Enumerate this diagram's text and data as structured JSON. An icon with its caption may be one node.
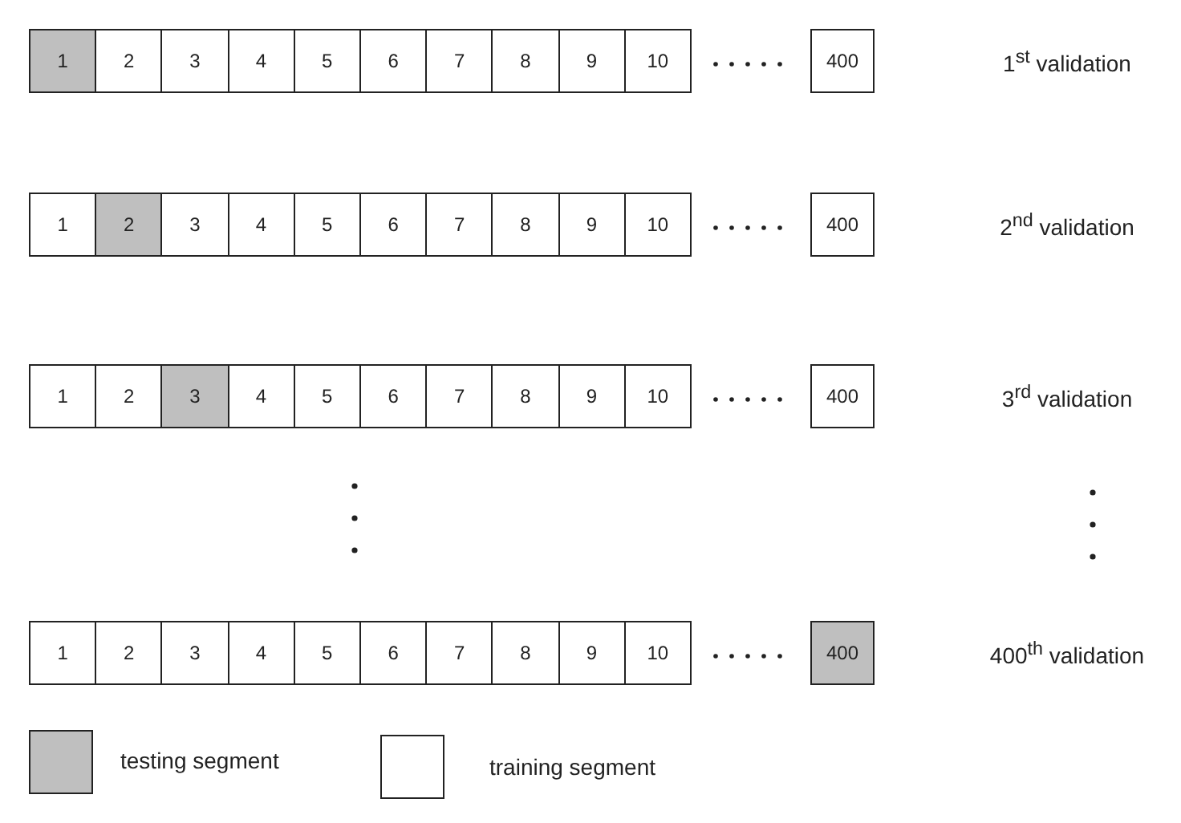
{
  "diagram": {
    "nodes": [
      {
        "text": [
          "1"
        ]
      },
      {
        "text": [
          "2"
        ]
      },
      {
        "text": [
          "3"
        ]
      },
      {
        "text": [
          "4"
        ]
      },
      {
        "text": [
          "5"
        ]
      },
      {
        "text": [
          "6"
        ]
      },
      {
        "text": [
          "7"
        ]
      },
      {
        "text": [
          "8"
        ]
      },
      {
        "text": [
          "9"
        ]
      },
      {
        "text": [
          "10"
        ]
      },
      {
        "text": [
          "400"
        ]
      },
      {
        "text": [
          "1"
        ]
      },
      {
        "text": [
          "2"
        ]
      },
      {
        "text": [
          "3"
        ]
      },
      {
        "text": [
          "4"
        ]
      },
      {
        "text": [
          "5"
        ]
      },
      {
        "text": [
          "6"
        ]
      },
      {
        "text": [
          "7"
        ]
      },
      {
        "text": [
          "8"
        ]
      },
      {
        "text": [
          "9"
        ]
      },
      {
        "text": [
          "10"
        ]
      },
      {
        "text": [
          "400"
        ]
      },
      {
        "text": [
          "1"
        ]
      },
      {
        "text": [
          "2"
        ]
      },
      {
        "text": [
          "3"
        ]
      },
      {
        "text": [
          "4"
        ]
      },
      {
        "text": [
          "5"
        ]
      },
      {
        "text": [
          "6"
        ]
      },
      {
        "text": [
          "7"
        ]
      },
      {
        "text": [
          "8"
        ]
      },
      {
        "text": [
          "9"
        ]
      },
      {
        "text": [
          "10"
        ]
      },
      {
        "text": [
          "400"
        ]
      },
      {
        "text": [
          "1"
        ]
      },
      {
        "text": [
          "2"
        ]
      },
      {
        "text": [
          "3"
        ]
      },
      {
        "text": [
          "4"
        ]
      },
      {
        "text": [
          "5"
        ]
      },
      {
        "text": [
          "6"
        ]
      },
      {
        "text": [
          "7"
        ]
      },
      {
        "text": [
          "8"
        ]
      },
      {
        "text": [
          "9"
        ]
      },
      {
        "text": [
          "10"
        ]
      },
      {
        "text": [
          "400"
        ]
      }
    ],
    "labels": [
      "1$^{st}$ validation",
      "2$^{nd}$ validation",
      "3$^{rd}$ validation",
      "400$^{th}$ validation"
    ],
    "legend": [
      {
        "text": "testing segment",
        "color": "#bfbfbf"
      },
      {
        "text": "training segment",
        "color": "#ffffff"
      }
    ]
  }
}
